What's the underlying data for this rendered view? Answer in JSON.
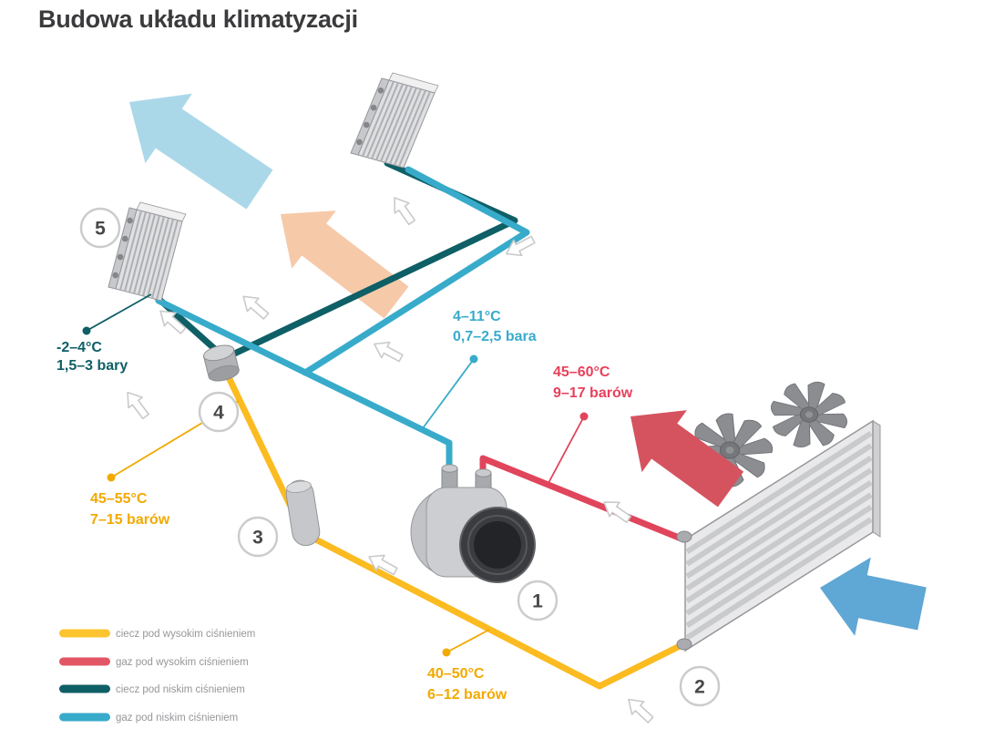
{
  "title": "Budowa układu klimatyzacji",
  "callouts": {
    "evaporator_out": {
      "temp": "-2–4°C",
      "pressure": "1,5–3 bary"
    },
    "suction_line": {
      "temp": "4–11°C",
      "pressure": "0,7–2,5 bara"
    },
    "discharge_line": {
      "temp": "45–60°C",
      "pressure": "9–17 barów"
    },
    "liquid_line": {
      "temp": "45–55°C",
      "pressure": "7–15 barów"
    },
    "condenser_out": {
      "temp": "40–50°C",
      "pressure": "6–12 barów"
    }
  },
  "components": {
    "compressor": "1",
    "condenser": "2",
    "dryer": "3",
    "expansion_valve": "4",
    "evaporator": "5"
  },
  "legend": {
    "items": [
      {
        "label": "ciecz pod wysokim ciśnieniem",
        "color": "#FCC52F"
      },
      {
        "label": "gaz pod wysokim ciśnieniem",
        "color": "#E25565"
      },
      {
        "label": "ciecz pod niskim ciśnieniem",
        "color": "#0E5F66"
      },
      {
        "label": "gaz pod niskim ciśnieniem",
        "color": "#38ABCB"
      }
    ]
  },
  "colors": {
    "liquid_high": "#FBBB21",
    "gas_high": "#E0455C",
    "liquid_low": "#0E5F66",
    "gas_low": "#38ABCB",
    "airflow_cold": "#ABD8E9",
    "airflow_warm": "#F6C9A8",
    "airflow_hot": "#D5535F",
    "airflow_intake": "#5FA7D4",
    "callout_red": "#E8415C",
    "callout_orange": "#F2A900"
  }
}
